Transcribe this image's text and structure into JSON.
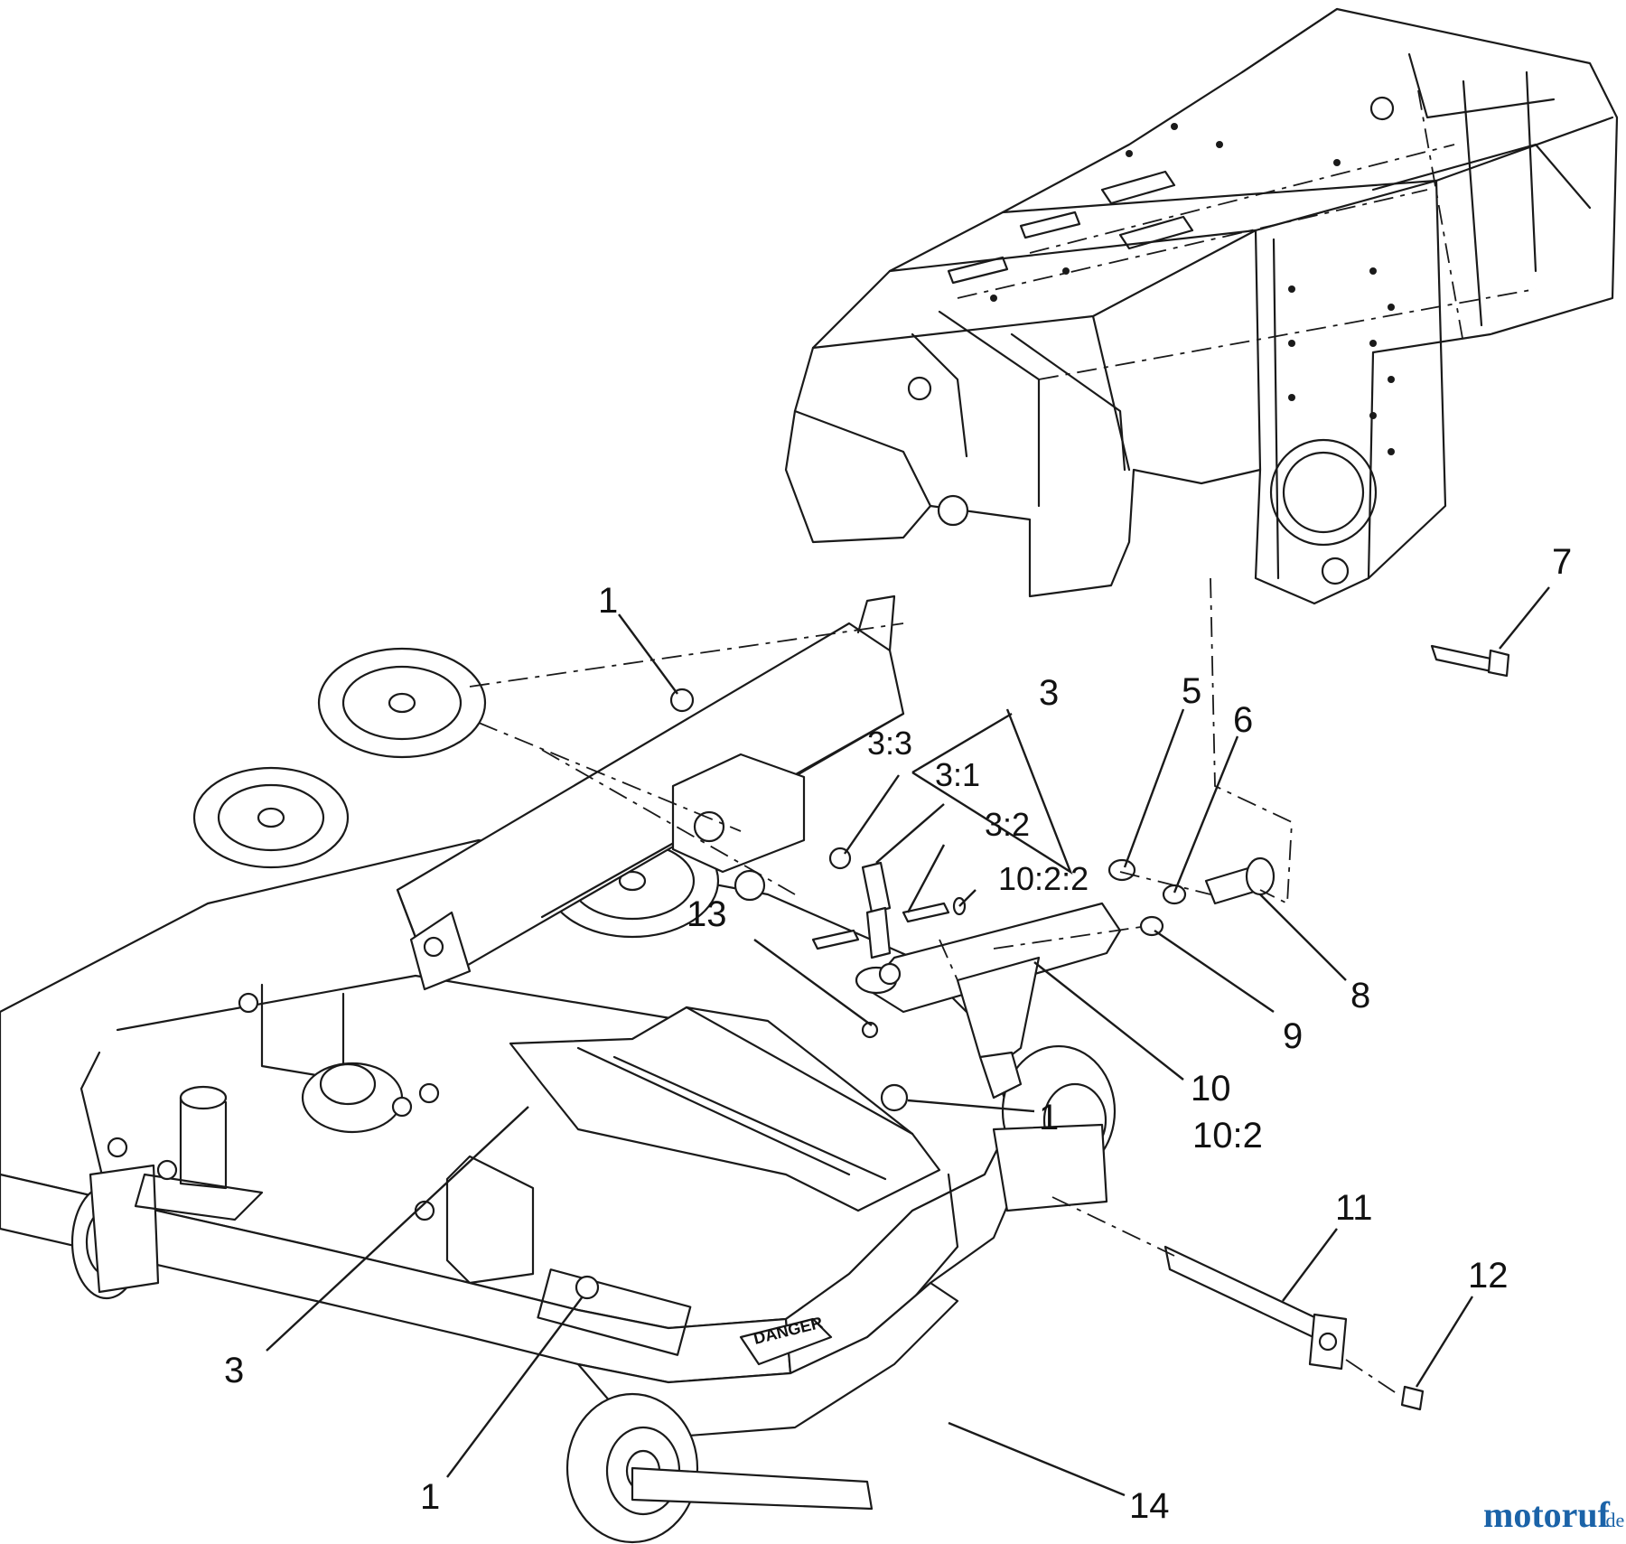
{
  "callouts": {
    "c1a": "1",
    "c1b": "1",
    "c1c": "1",
    "c3a": "3",
    "c3b": "3",
    "c3_3": "3:3",
    "c3_1": "3:1",
    "c3_2": "3:2",
    "c5": "5",
    "c6": "6",
    "c7": "7",
    "c8": "8",
    "c9": "9",
    "c10": "10",
    "c10_2": "10:2",
    "c10_2_2": "10:2:2",
    "c11": "11",
    "c12": "12",
    "c13": "13",
    "c14": "14"
  },
  "decal": "DANGER",
  "watermark": {
    "brand": "motoruf",
    "suffix": ".de"
  },
  "colors": {
    "line": "#1a1a1a",
    "watermark": "#1b63a8"
  }
}
